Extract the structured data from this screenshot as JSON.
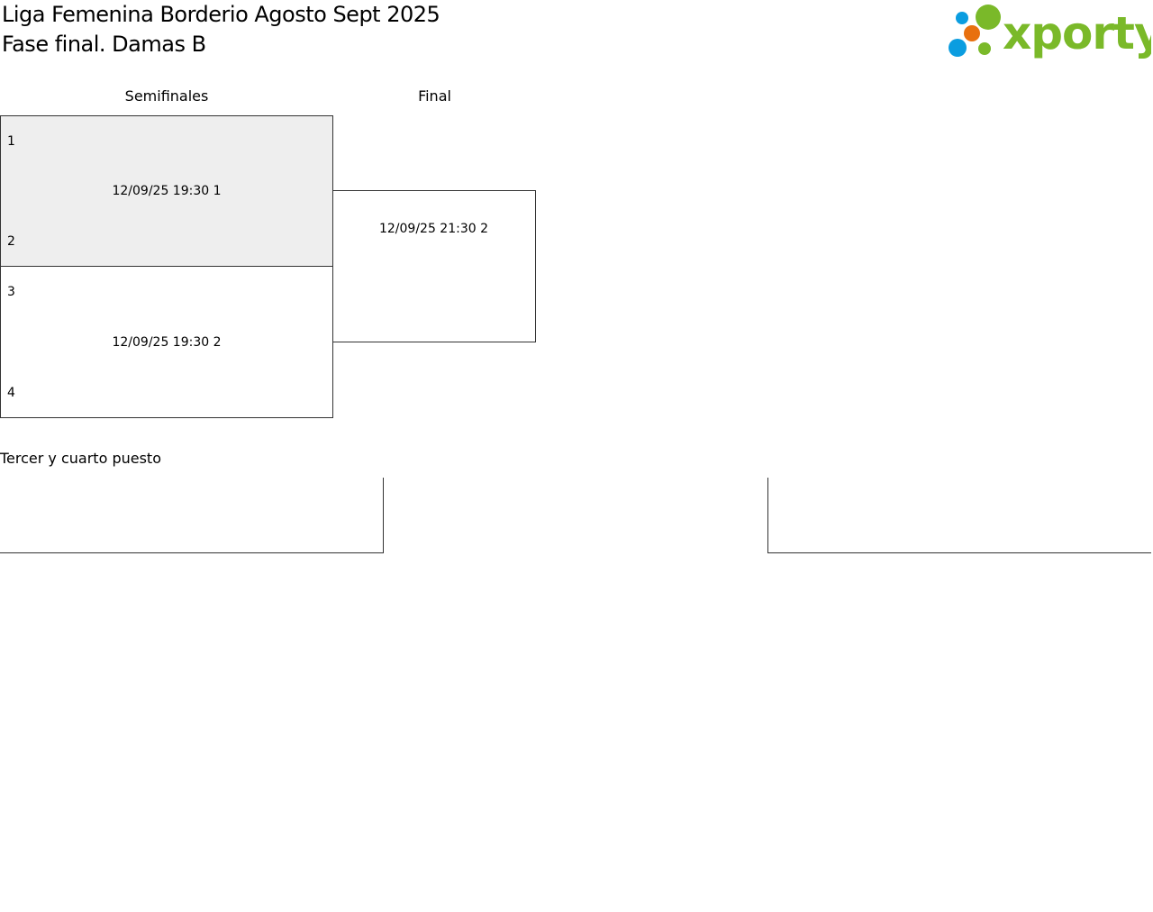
{
  "header": {
    "title_line1": "Liga Femenina Borderio Agosto Sept 2025",
    "title_line2": "Fase final. Damas B",
    "logo_text": "xporty"
  },
  "rounds": [
    {
      "label": "Semifinales"
    },
    {
      "label": "Final"
    }
  ],
  "semifinals": [
    {
      "seed_top": "1",
      "info": "12/09/25 19:30 1",
      "seed_bottom": "2"
    },
    {
      "seed_top": "3",
      "info": "12/09/25 19:30 2",
      "seed_bottom": "4"
    }
  ],
  "final": {
    "info": "12/09/25 21:30 2"
  },
  "third_place": {
    "label": "Tercer y cuarto puesto"
  },
  "colors": {
    "highlight": "#eeeeee",
    "logo_green": "#7ab929",
    "logo_orange": "#e8700f",
    "logo_blue": "#0b9de0"
  }
}
